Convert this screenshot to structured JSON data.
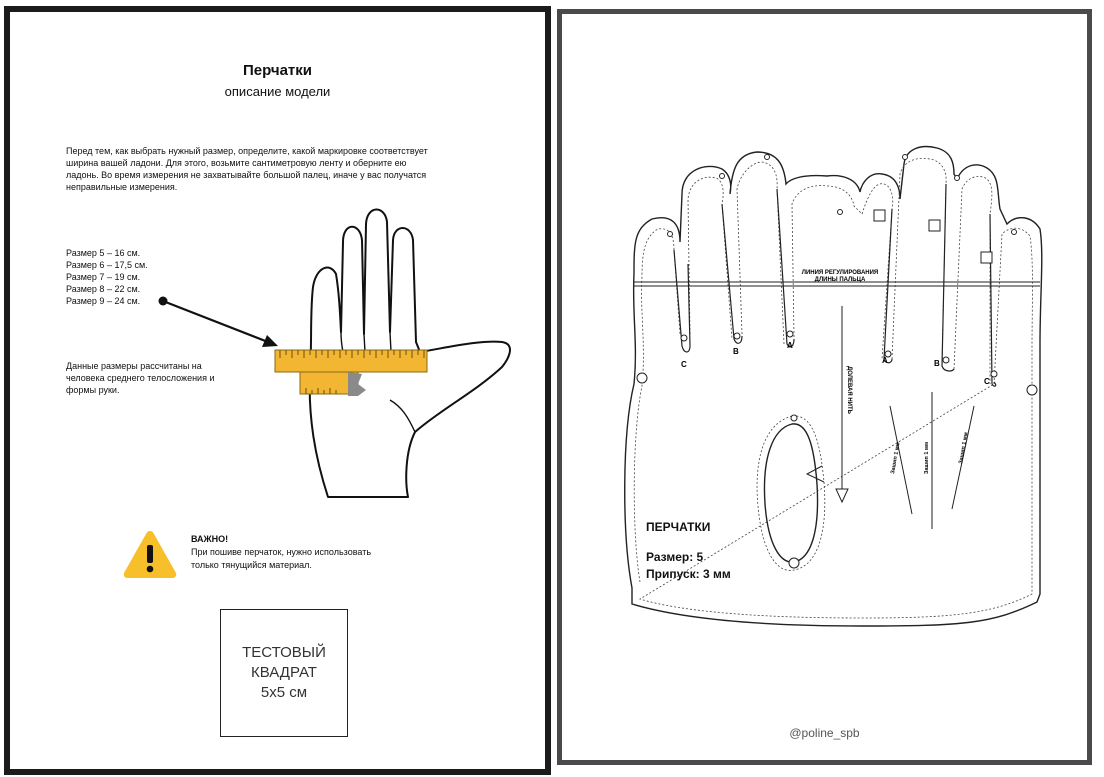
{
  "left_page": {
    "title": "Перчатки",
    "subtitle": "описание модели",
    "intro_lines": [
      "Перед тем, как выбрать нужный размер,  определите, какой маркировке соответствует",
      "ширина вашей ладони. Для этого, возьмите сантиметровую ленту и оберните ею",
      "ладонь. Во время измерения не захватывайте большой палец, иначе у вас получатся",
      "неправильные измерения."
    ],
    "sizes": [
      "Размер 5 – 16 см.",
      "Размер 6 – 17,5 см.",
      "Размер 7 – 19 см.",
      "Размер 8 – 22 см.",
      "Размер 9 – 24 см."
    ],
    "note_lines": [
      "Данные размеры рассчитаны на",
      "человека среднего телосложения и",
      "формы руки."
    ],
    "warning": {
      "title": "ВАЖНО!",
      "line1": "При пошиве перчаток, нужно использовать",
      "line2": "только тянущийся материал."
    },
    "test_square": [
      "ТЕСТОВЫЙ",
      "КВАДРАТ",
      "5x5 см"
    ],
    "colors": {
      "tape": "#f2b632",
      "warning": "#f7bf2a"
    }
  },
  "right_page": {
    "adjust_line_label_1": "ЛИНИЯ РЕГУЛИРОВАНИЯ",
    "adjust_line_label_2": "ДЛИНЫ ПАЛЬЦА",
    "grain_label": "ДОЛЕВАЯ НИТЬ",
    "dart_labels": [
      "Зашип 1 мм",
      "Зашип 1 мм",
      "Зашип 1 мм"
    ],
    "notch_labels": [
      "C",
      "B",
      "A",
      "A",
      "B",
      "C"
    ],
    "pattern_title": "ПЕРЧАТКИ",
    "size_text": "Размер: 5",
    "allowance_text": "Припуск: 3 мм",
    "handle": "@poline_spb"
  }
}
